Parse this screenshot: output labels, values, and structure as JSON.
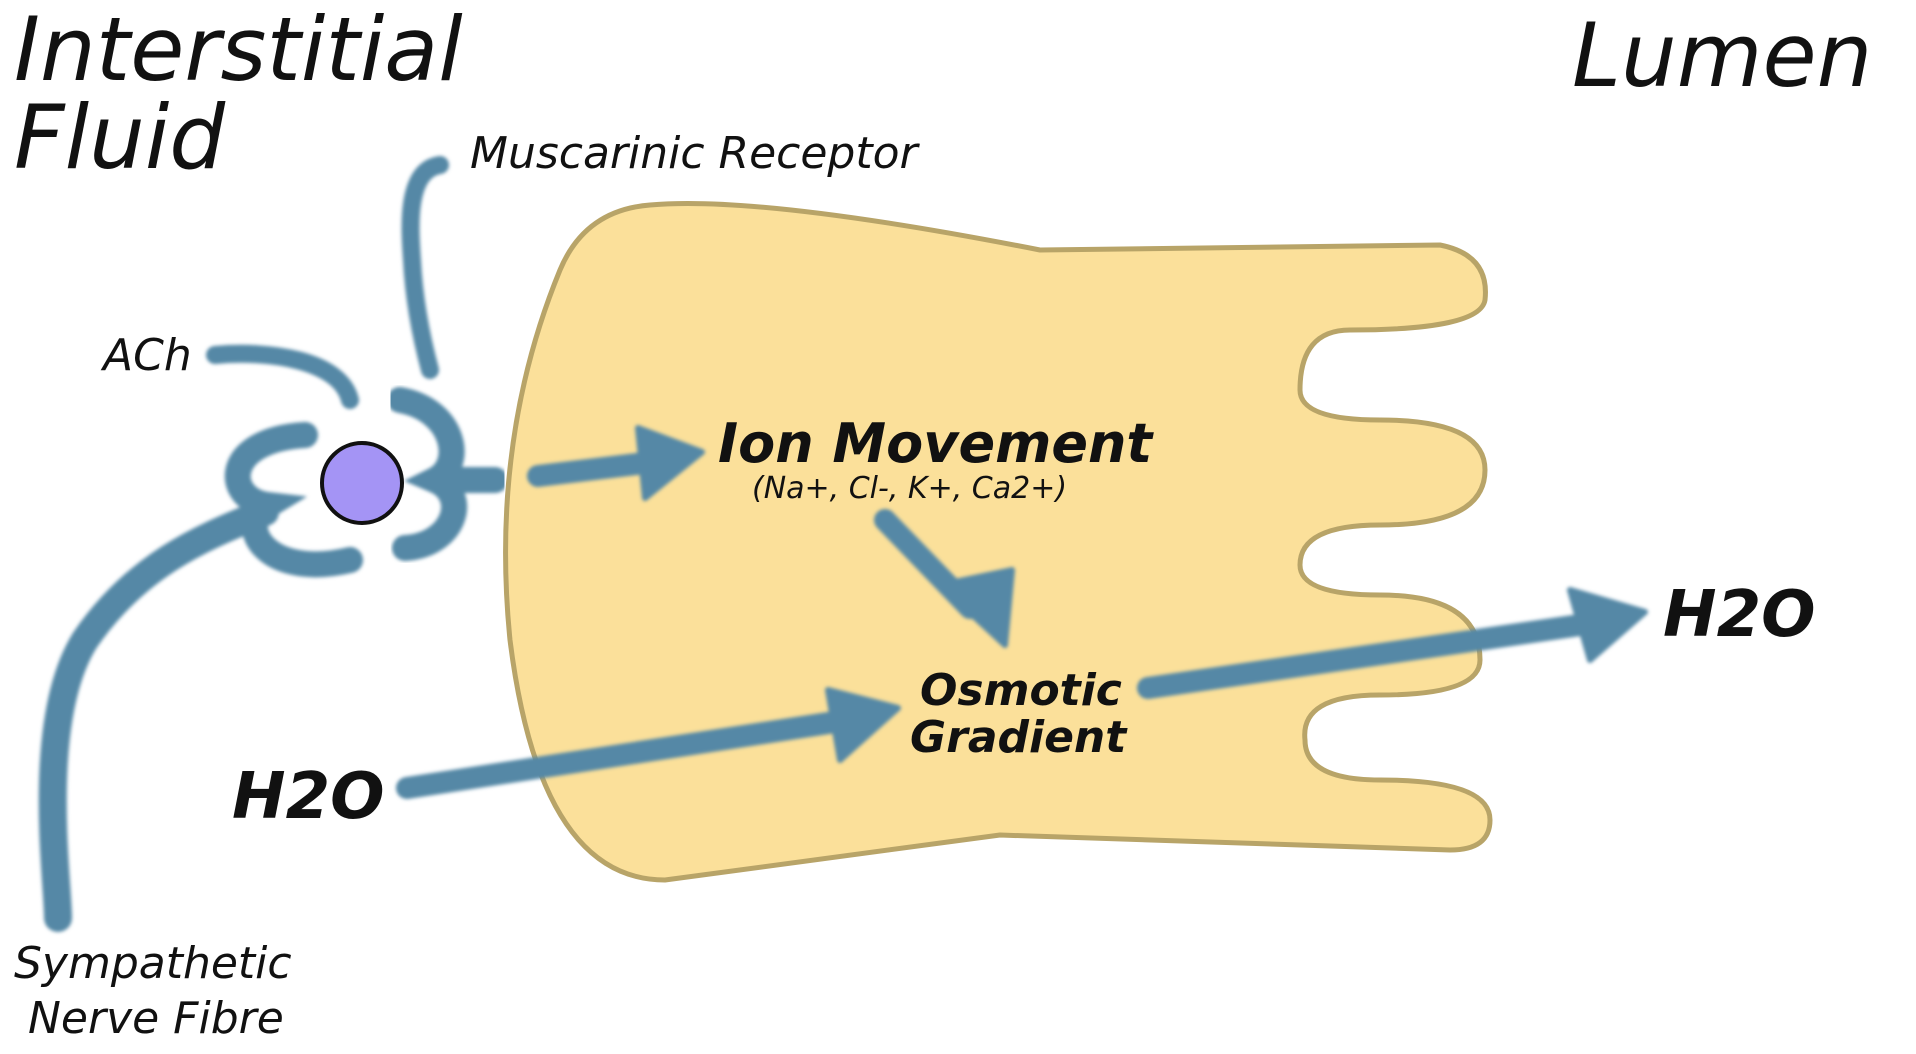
{
  "labels": {
    "interstitial_line1": "Interstitial",
    "interstitial_line2": "Fluid",
    "lumen": "Lumen",
    "muscarinic_receptor": "Muscarinic Receptor",
    "ach": "ACh",
    "ion_movement": "Ion Movement",
    "ions": "(Na+, Cl-, K+, Ca2+)",
    "osmotic_line1": "Osmotic",
    "osmotic_line2": "Gradient",
    "h2o_in": "H2O",
    "h2o_out": "H2O",
    "nerve_line1": "Sympathetic",
    "nerve_line2": "Nerve Fibre"
  },
  "colors": {
    "cell_fill": "#fbe09a",
    "cell_stroke": "#b8a468",
    "accent": "#5588a6",
    "ach_molecule": "#a494f5",
    "text": "#111111"
  }
}
